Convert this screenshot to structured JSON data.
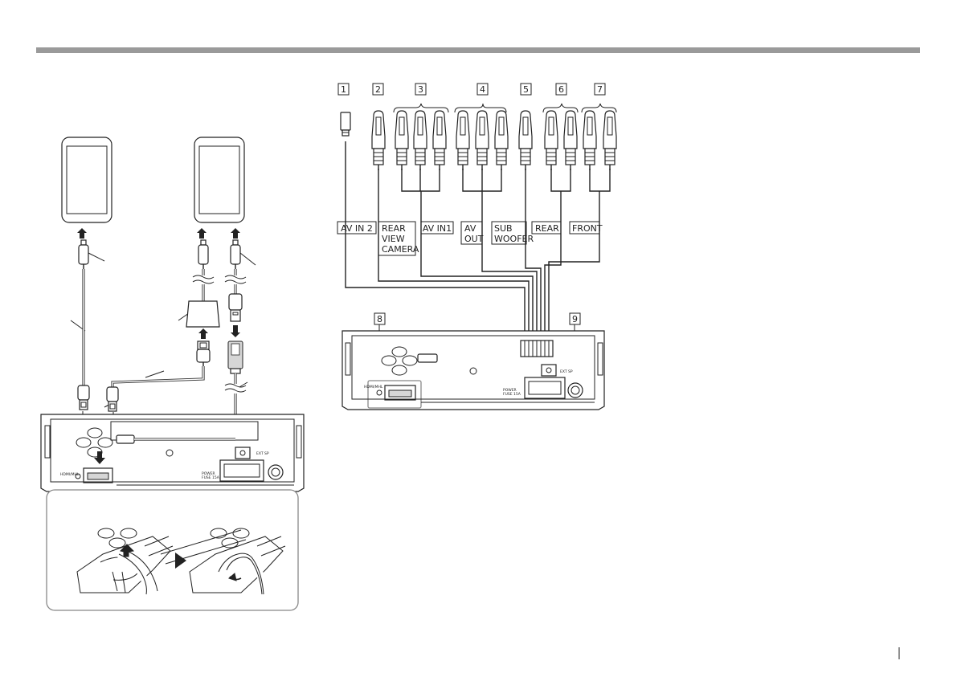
{
  "header": {
    "rule_color": "#9a9a9a"
  },
  "connections": {
    "numbers": [
      "1",
      "2",
      "3",
      "4",
      "5",
      "6",
      "7",
      "8",
      "9"
    ],
    "labels": {
      "av_in2": "AV IN 2",
      "rear_view_camera": [
        "REAR",
        "VIEW",
        "CAMERA"
      ],
      "av_in1": "AV IN1",
      "av_out": [
        "AV",
        "OUT"
      ],
      "sub_woofer": [
        "SUB",
        "WOOFER"
      ],
      "rear": "REAR",
      "front": "FRONT"
    }
  },
  "unit_markings": {
    "hdmi_mhl": "HDMI/MHL",
    "power_fuse": [
      "POWER",
      "FUSE 15A"
    ],
    "ext_sp": "EXT SP"
  },
  "icons": [
    "smartphone-icon",
    "cable-clamp-icon",
    "arrow-right-icon"
  ]
}
